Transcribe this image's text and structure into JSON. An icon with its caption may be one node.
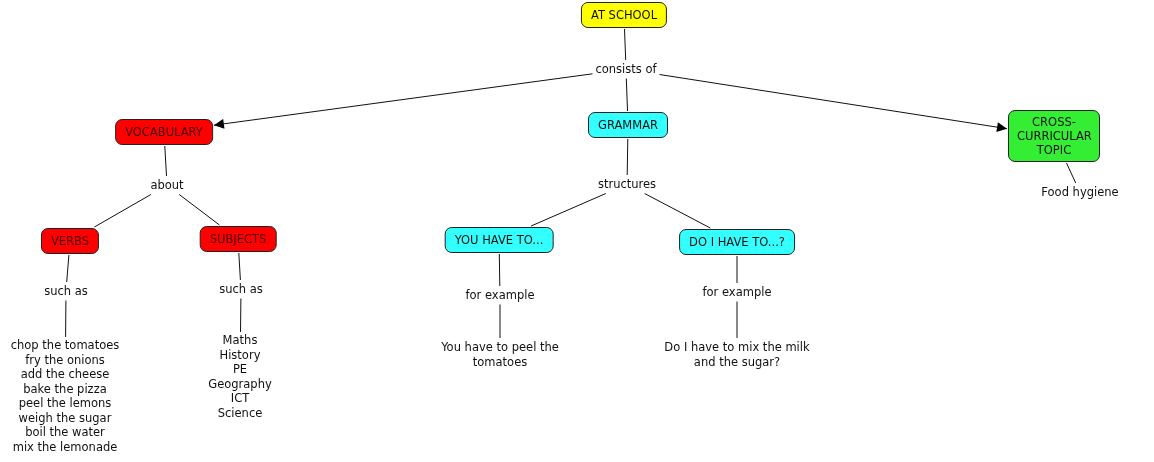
{
  "diagram": {
    "nodes": [
      {
        "text": [
          "AT SCHOOL"
        ]
      },
      {
        "text": [
          "consists of"
        ]
      },
      {
        "text": [
          "VOCABULARY"
        ]
      },
      {
        "text": [
          "GRAMMAR"
        ]
      },
      {
        "text": [
          "CROSS-CURRICULAR TOPIC"
        ]
      },
      {
        "text": [
          "about"
        ]
      },
      {
        "text": [
          "structures"
        ]
      },
      {
        "text": [
          "Food hygiene"
        ]
      },
      {
        "text": [
          "VERBS"
        ]
      },
      {
        "text": [
          "SUBJECTS"
        ]
      },
      {
        "text": [
          "YOU HAVE TO..."
        ]
      },
      {
        "text": [
          "DO I HAVE TO...?"
        ]
      },
      {
        "text": [
          "such as"
        ]
      },
      {
        "text": [
          "such as"
        ]
      },
      {
        "text": [
          "for example"
        ]
      },
      {
        "text": [
          "for example"
        ]
      },
      {
        "text": [
          "chop the tomatoes",
          "fry the onions",
          "add the cheese",
          "bake the pizza",
          "peel the lemons",
          "weigh the sugar",
          "boil the water",
          "mix the lemonade"
        ]
      },
      {
        "text": [
          "Maths",
          "History",
          "PE",
          "Geography",
          "ICT",
          "Science"
        ]
      },
      {
        "text": [
          "You have to peel the tomatoes"
        ]
      },
      {
        "text": [
          "Do I have to mix the milk and the sugar?"
        ]
      }
    ],
    "edges": [
      {
        "from": 0,
        "to": 1,
        "arrow": "none"
      },
      {
        "from": 1,
        "to": 2,
        "arrow": "to"
      },
      {
        "from": 1,
        "to": 3,
        "arrow": "none"
      },
      {
        "from": 1,
        "to": 4,
        "arrow": "to"
      },
      {
        "from": 2,
        "to": 5,
        "arrow": "none"
      },
      {
        "from": 3,
        "to": 6,
        "arrow": "none"
      },
      {
        "from": 4,
        "to": 7,
        "arrow": "none"
      },
      {
        "from": 5,
        "to": 8,
        "arrow": "none"
      },
      {
        "from": 5,
        "to": 9,
        "arrow": "none"
      },
      {
        "from": 6,
        "to": 10,
        "arrow": "none"
      },
      {
        "from": 6,
        "to": 11,
        "arrow": "none"
      },
      {
        "from": 8,
        "to": 12,
        "arrow": "none"
      },
      {
        "from": 9,
        "to": 13,
        "arrow": "none"
      },
      {
        "from": 10,
        "to": 14,
        "arrow": "none"
      },
      {
        "from": 11,
        "to": 15,
        "arrow": "none"
      },
      {
        "from": 12,
        "to": 16,
        "arrow": "none"
      },
      {
        "from": 13,
        "to": 17,
        "arrow": "none"
      },
      {
        "from": 14,
        "to": 18,
        "arrow": "none"
      },
      {
        "from": 15,
        "to": 19,
        "arrow": "none"
      }
    ]
  }
}
